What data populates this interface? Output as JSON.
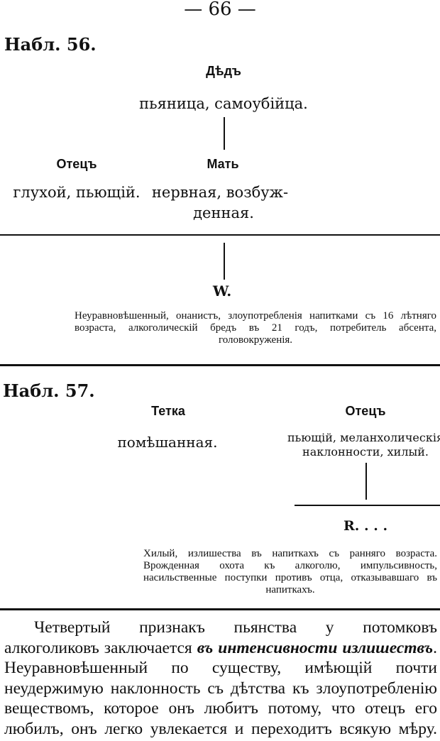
{
  "page_number": "— 66 —",
  "case56": {
    "title": "Набл. 56.",
    "grandfather_label": "Дѣдъ",
    "grandfather_desc": "пьяница, самоубійца.",
    "father_label": "Отецъ",
    "father_desc": "глухой, пьющій.",
    "mother_label": "Мать",
    "mother_desc_1": "нервная, возбуж-",
    "mother_desc_2": "денная.",
    "patient": "W.",
    "patient_desc": "Неуравновѣшенный, онанистъ, злоупотребленія напитками съ 16 лѣтняго возраста, алкоголическій бредъ въ 21 годъ, потребитель абсента, головокруженія."
  },
  "case57": {
    "title": "Набл. 57.",
    "aunt_label": "Тетка",
    "aunt_desc": "помѣшанная.",
    "father_label": "Отецъ",
    "father_desc_1": "пьющій, меланхолическія",
    "father_desc_2": "наклонности, хилый.",
    "patient": "R. . . .",
    "patient_desc": "Хилый, излишества въ напиткахъ съ ранняго возраста. Врожденная охота къ алкоголю, импульсивность, насильственные поступки противъ отца, отказывавшаго въ напиткахъ."
  },
  "paragraph": {
    "text_before": "Четвертый признакъ пьянства у потомковъ алкоголиковъ заключается ",
    "emphasis": "въ интенсивности излишествъ",
    "text_after": ". Неуравновѣшенный по существу, имѣющій почти неудержимую наклонность съ дѣтства къ злоупотребленію веществомъ, которое онъ любитъ потому, что отецъ его любилъ, онъ легко увлекается и переходитъ всякую мѣру. Слѣдова-"
  }
}
